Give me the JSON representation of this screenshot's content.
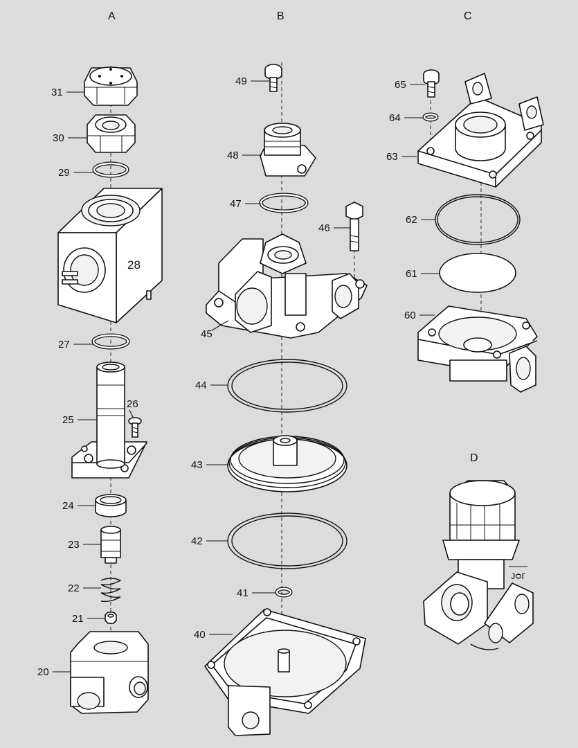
{
  "columns": [
    "A",
    "B",
    "C",
    "D"
  ],
  "callouts": {
    "c20": "20",
    "c21": "21",
    "c22": "22",
    "c23": "23",
    "c24": "24",
    "c25": "25",
    "c26": "26",
    "c27": "27",
    "c28": "28",
    "c29": "29",
    "c30": "30",
    "c31": "31",
    "c40": "40",
    "c41": "41",
    "c42": "42",
    "c43": "43",
    "c44": "44",
    "c45": "45",
    "c46": "46",
    "c47": "47",
    "c48": "48",
    "c49": "49",
    "c60": "60",
    "c61": "61",
    "c62": "62",
    "c63": "63",
    "c64": "64",
    "c65": "65"
  },
  "symbol_mark": "ᴊᴑᴦ"
}
